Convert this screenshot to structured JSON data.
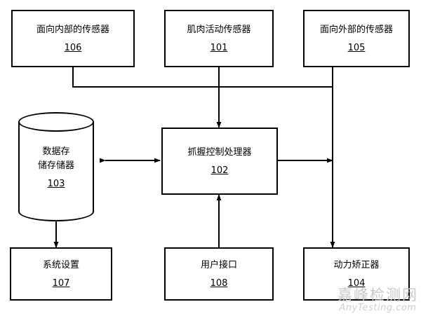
{
  "diagram": {
    "type": "block-diagram",
    "nodes": [
      {
        "id": "n106",
        "label": "面向内部的传感器",
        "ref": "106",
        "shape": "rect"
      },
      {
        "id": "n101",
        "label": "肌肉活动传感器",
        "ref": "101",
        "shape": "rect"
      },
      {
        "id": "n105",
        "label": "面向外部的传感器",
        "ref": "105",
        "shape": "rect"
      },
      {
        "id": "n103",
        "label": "数据存\n储存储器",
        "ref": "103",
        "shape": "cylinder"
      },
      {
        "id": "n102",
        "label": "抓握控制处理器",
        "ref": "102",
        "shape": "rect"
      },
      {
        "id": "n107",
        "label": "系统设置",
        "ref": "107",
        "shape": "rect"
      },
      {
        "id": "n108",
        "label": "用户接口",
        "ref": "108",
        "shape": "rect"
      },
      {
        "id": "n104",
        "label": "动力矫正器",
        "ref": "104",
        "shape": "rect"
      }
    ],
    "edges": [
      {
        "from": "n106",
        "to": "n102",
        "arrow": "single"
      },
      {
        "from": "n101",
        "to": "n102",
        "arrow": "single"
      },
      {
        "from": "n105",
        "to": "n102",
        "arrow": "single"
      },
      {
        "from": "n103",
        "to": "n102",
        "arrow": "double"
      },
      {
        "from": "n103",
        "to": "n107",
        "arrow": "double"
      },
      {
        "from": "n108",
        "to": "n102",
        "arrow": "single"
      },
      {
        "from": "n102",
        "to": "n104",
        "arrow": "single"
      }
    ]
  },
  "watermark": {
    "line1": "嘉峰检测网",
    "line2": "AnyTesting.com"
  }
}
